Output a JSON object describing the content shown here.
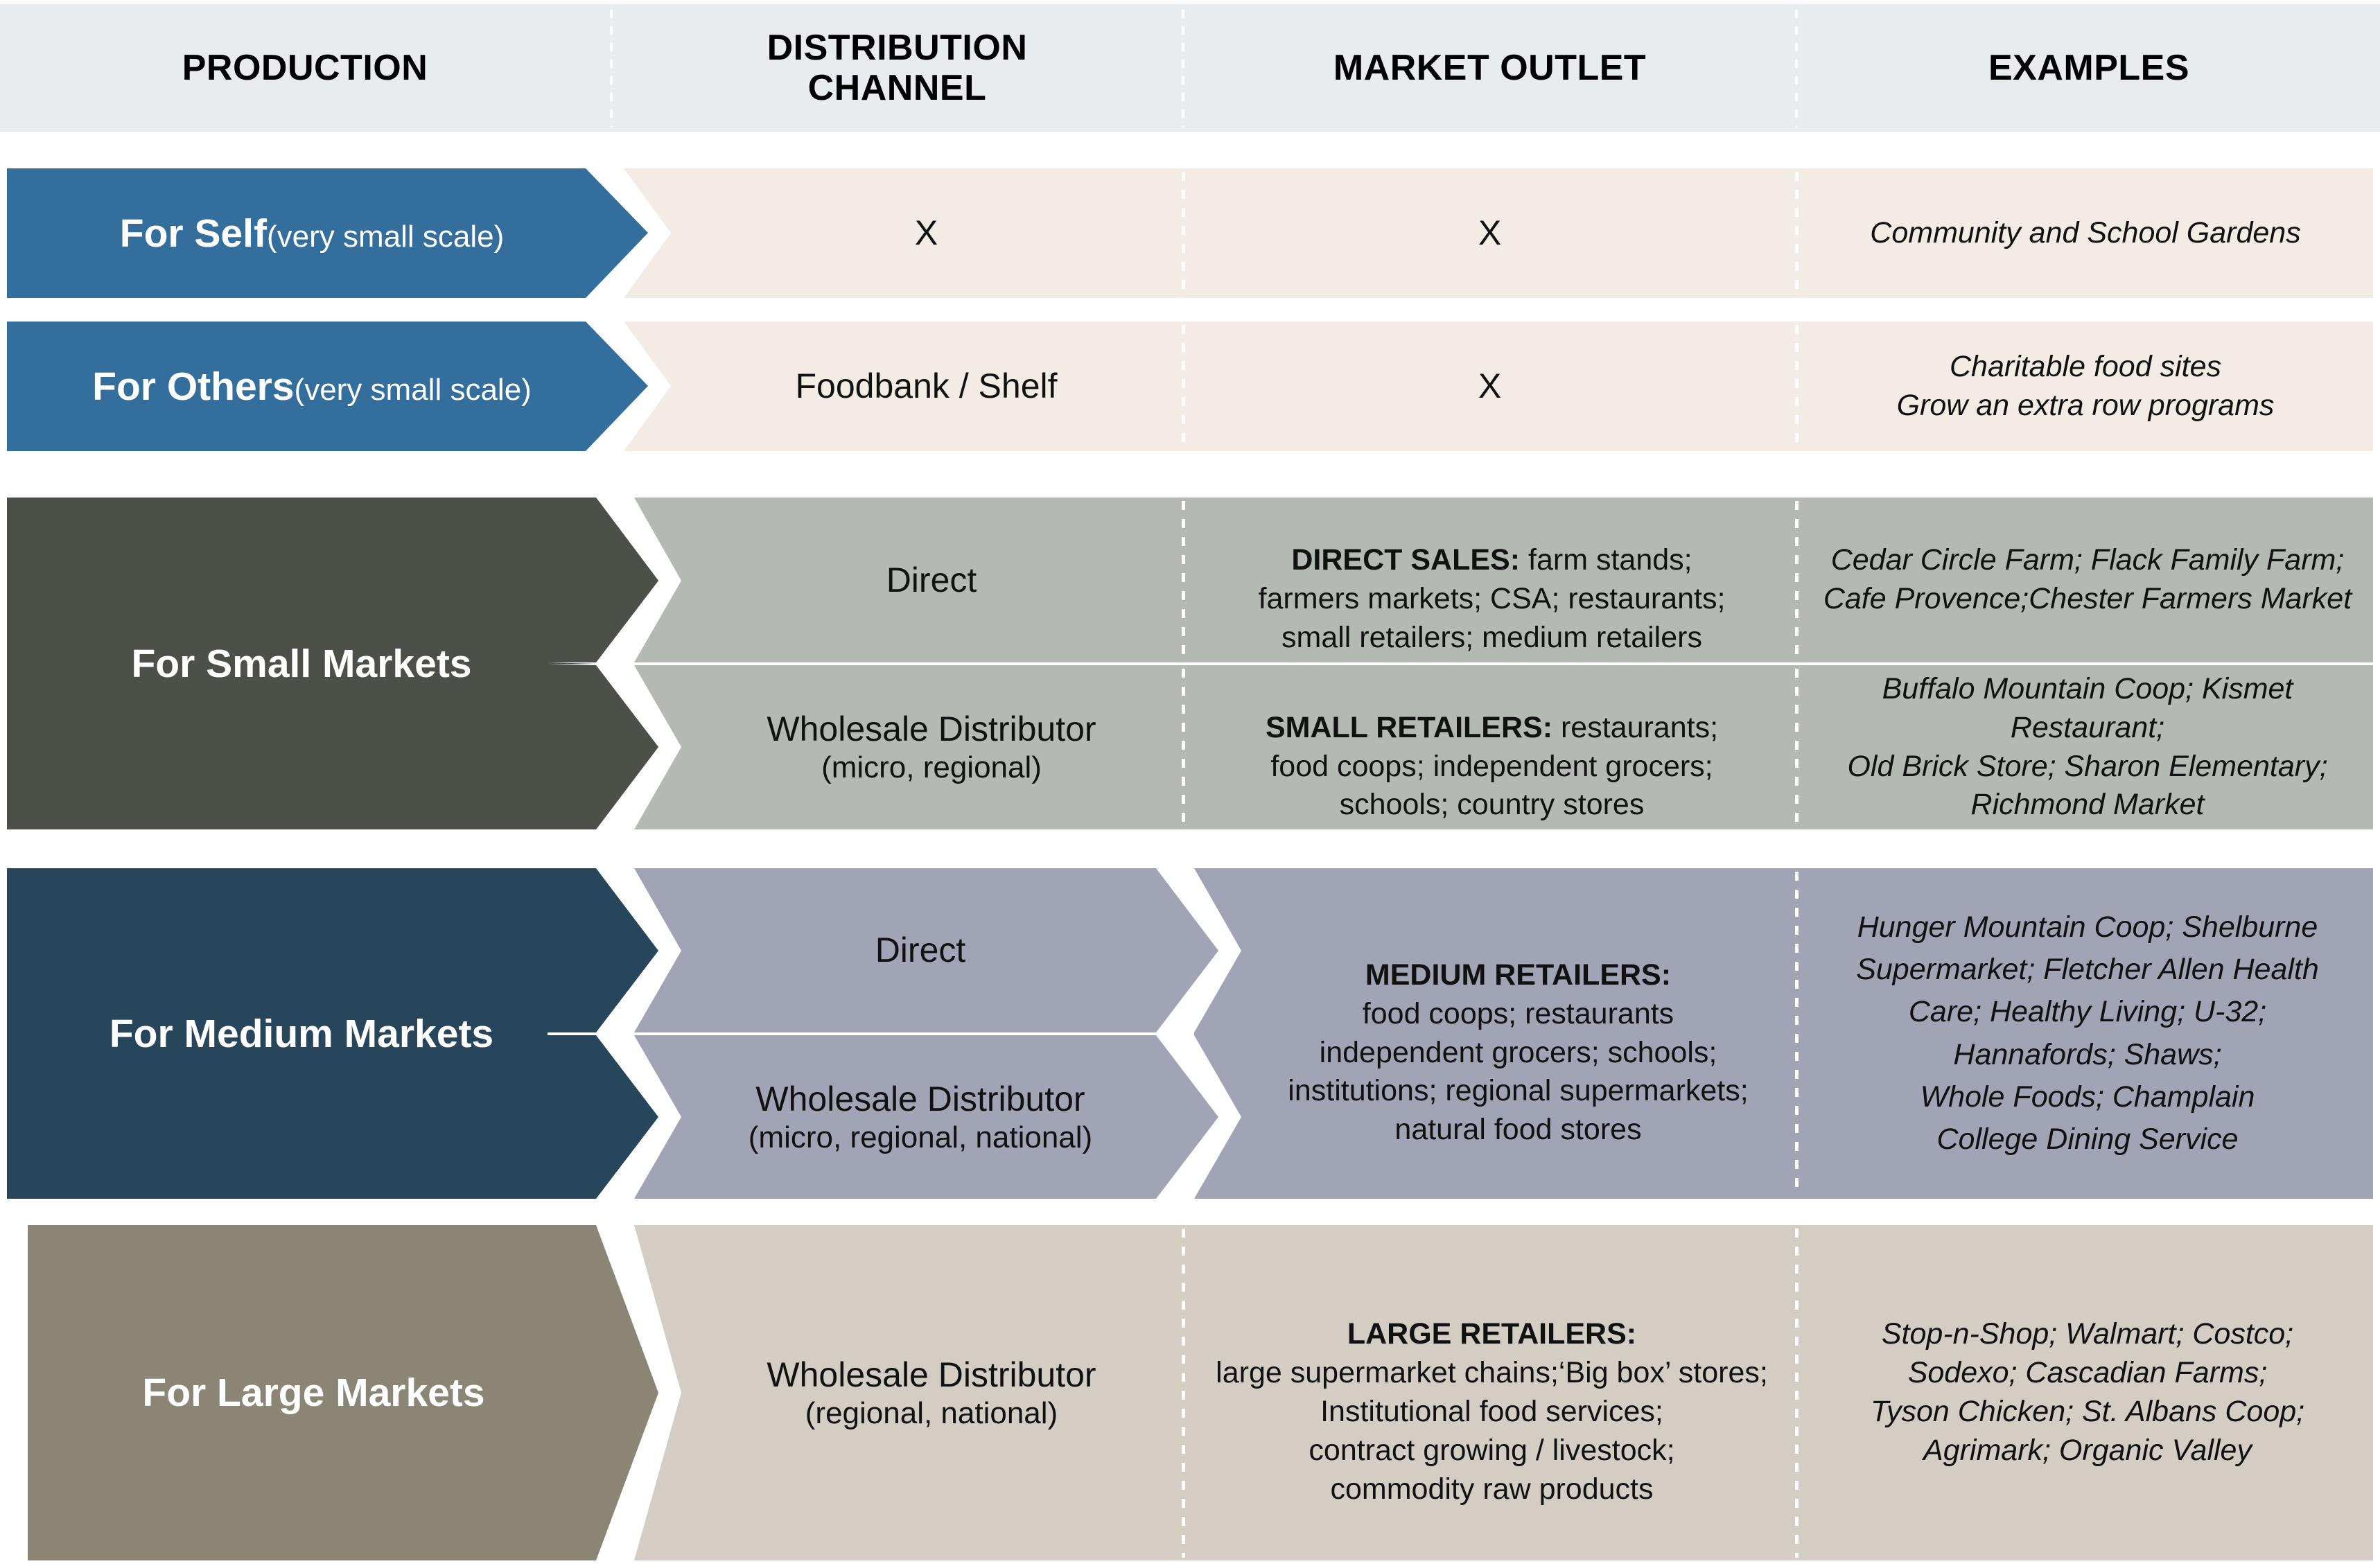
{
  "header": {
    "columns": [
      {
        "id": "production",
        "label": "PRODUCTION"
      },
      {
        "id": "distribution_channel",
        "label": "DISTRIBUTION\nCHANNEL",
        "line1": "DISTRIBUTION",
        "line2": "CHANNEL"
      },
      {
        "id": "market_outlet",
        "label": "MARKET OUTLET"
      },
      {
        "id": "examples",
        "label": "EXAMPLES"
      }
    ]
  },
  "colors": {
    "header_band": "#e8ecef",
    "blue_arrow": "#336e9c",
    "cream_row": "#f3ece4",
    "dark_gray_arrow": "#4d4f49",
    "gray_row": "#b4b9b4",
    "navy_arrow": "#27465c",
    "lavender_row": "#a0a4b5",
    "khaki_arrow": "#8b8575",
    "taupe_row": "#d4cdc4"
  },
  "rows": [
    {
      "id": "for-self",
      "production_title": "For Self",
      "production_sub": "(very small scale)",
      "branches": [
        {
          "distribution_channel": "X",
          "distribution_channel_sub": "",
          "market_outlet_bold": "",
          "market_outlet_text": "X",
          "examples": "Community and School Gardens"
        }
      ]
    },
    {
      "id": "for-others",
      "production_title": "For Others",
      "production_sub": "(very small scale)",
      "branches": [
        {
          "distribution_channel": "Foodbank / Shelf",
          "distribution_channel_sub": "",
          "market_outlet_bold": "",
          "market_outlet_text": "X",
          "examples": "Charitable food sites\nGrow an extra row programs"
        }
      ]
    },
    {
      "id": "for-small-markets",
      "production_title": "For Small Markets",
      "production_sub": "",
      "branches": [
        {
          "distribution_channel": "Direct",
          "distribution_channel_sub": "",
          "market_outlet_bold": "DIRECT SALES:",
          "market_outlet_text": " farm stands;\nfarmers markets; CSA; restaurants;\nsmall retailers; medium retailers",
          "examples": "Cedar Circle Farm; Flack Family Farm;\nCafe Provence;Chester Farmers Market"
        },
        {
          "distribution_channel": "Wholesale Distributor",
          "distribution_channel_sub": "(micro, regional)",
          "market_outlet_bold": "SMALL RETAILERS:",
          "market_outlet_text": "  restaurants;\nfood coops; independent grocers;\nschools; country stores",
          "examples": "Buffalo Mountain Coop; Kismet Restaurant;\nOld Brick Store; Sharon Elementary;\nRichmond Market"
        }
      ]
    },
    {
      "id": "for-medium-markets",
      "production_title": "For Medium Markets",
      "production_sub": "",
      "merged_market_outlet_bold": "MEDIUM RETAILERS:",
      "merged_market_outlet_text": "\nfood coops; restaurants\nindependent grocers; schools;\ninstitutions; regional supermarkets;\nnatural food stores",
      "merged_examples": "Hunger Mountain Coop; Shelburne\nSupermarket; Fletcher Allen Health\nCare; Healthy Living; U-32;\nHannafords; Shaws;\nWhole Foods; Champlain\nCollege Dining Service",
      "branches": [
        {
          "distribution_channel": "Direct",
          "distribution_channel_sub": ""
        },
        {
          "distribution_channel": "Wholesale Distributor",
          "distribution_channel_sub": "(micro, regional, national)"
        }
      ]
    },
    {
      "id": "for-large-markets",
      "production_title": "For Large Markets",
      "production_sub": "",
      "branches": [
        {
          "distribution_channel": "Wholesale Distributor",
          "distribution_channel_sub": "(regional, national)",
          "market_outlet_bold": "LARGE RETAILERS:",
          "market_outlet_text": "\nlarge supermarket chains;‘Big box’ stores;\nInstitutional food services;\ncontract growing / livestock;\ncommodity raw products",
          "examples": "Stop-n-Shop; Walmart; Costco;\nSodexo; Cascadian Farms;\nTyson Chicken; St. Albans Coop;\nAgrimark; Organic Valley"
        }
      ]
    }
  ]
}
